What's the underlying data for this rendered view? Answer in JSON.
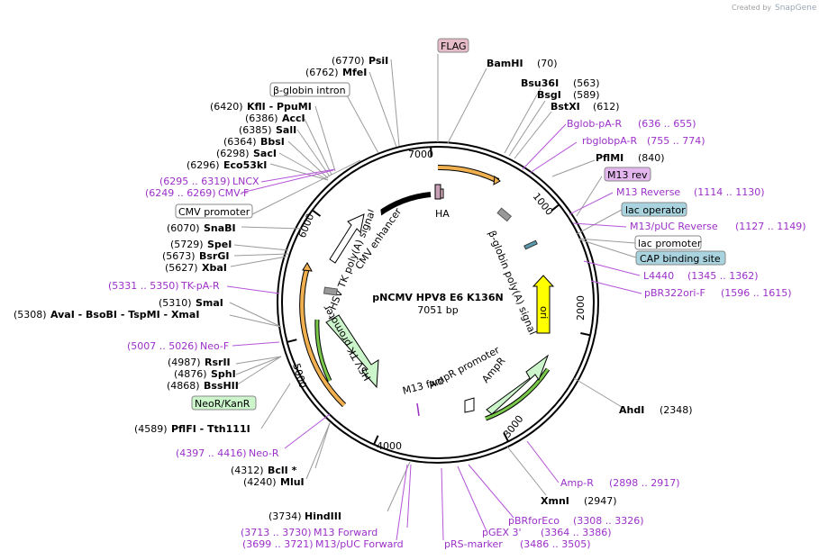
{
  "credit": {
    "text": "Created by",
    "brand": "SnapGene"
  },
  "plasmid": {
    "name": "pNCMV HPV8 E6 K136N",
    "size": "7051 bp"
  },
  "ruler": [
    "1000",
    "2000",
    "3000",
    "4000",
    "5000",
    "6000",
    "7000"
  ],
  "sites": [
    {
      "name": "BamHI",
      "pos": "(70)"
    },
    {
      "name": "Bsu36I",
      "pos": "(563)"
    },
    {
      "name": "BsgI",
      "pos": "(589)"
    },
    {
      "name": "BstXI",
      "pos": "(612)"
    },
    {
      "name": "PflMI",
      "pos": "(840)"
    },
    {
      "name": "AhdI",
      "pos": "(2348)"
    },
    {
      "name": "XmnI",
      "pos": "(2947)"
    },
    {
      "name": "HindIII",
      "pos": "(3734)"
    },
    {
      "name": "MluI",
      "pos": "(4240)"
    },
    {
      "name": "BclI *",
      "pos": "(4312)"
    },
    {
      "name": "PflFI - Tth111I",
      "pos": "(4589)"
    },
    {
      "name": "BssHII",
      "pos": "(4868)"
    },
    {
      "name": "SphI",
      "pos": "(4876)"
    },
    {
      "name": "RsrII",
      "pos": "(4987)"
    },
    {
      "name": "AvaI - BsoBI - TspMI - XmaI",
      "pos": "(5308)"
    },
    {
      "name": "SmaI",
      "pos": "(5310)"
    },
    {
      "name": "XbaI",
      "pos": "(5627)"
    },
    {
      "name": "BsrGI",
      "pos": "(5673)"
    },
    {
      "name": "SpeI",
      "pos": "(5729)"
    },
    {
      "name": "SnaBI",
      "pos": "(6070)"
    },
    {
      "name": "Eco53kI",
      "pos": "(6296)"
    },
    {
      "name": "SacI",
      "pos": "(6298)"
    },
    {
      "name": "BbsI",
      "pos": "(6364)"
    },
    {
      "name": "SalI",
      "pos": "(6385)"
    },
    {
      "name": "AccI",
      "pos": "(6386)"
    },
    {
      "name": "KflI - PpuMI",
      "pos": "(6420)"
    },
    {
      "name": "MfeI",
      "pos": "(6762)"
    },
    {
      "name": "PsiI",
      "pos": "(6770)"
    }
  ],
  "primers": [
    {
      "name": "Bglob-pA-R",
      "range": "(636 .. 655)"
    },
    {
      "name": "rbglobpA-R",
      "range": "(755 .. 774)"
    },
    {
      "name": "M13 Reverse",
      "range": "(1114 .. 1130)"
    },
    {
      "name": "M13/pUC Reverse",
      "range": "(1127 .. 1149)"
    },
    {
      "name": "L4440",
      "range": "(1345 .. 1362)"
    },
    {
      "name": "pBR322ori-F",
      "range": "(1596 .. 1615)"
    },
    {
      "name": "Amp-R",
      "range": "(2898 .. 2917)"
    },
    {
      "name": "pBRforEco",
      "range": "(3308 .. 3326)"
    },
    {
      "name": "pGEX 3'",
      "range": "(3364 .. 3386)"
    },
    {
      "name": "pRS-marker",
      "range": "(3486 .. 3505)"
    },
    {
      "name": "M13 Forward",
      "range": "(3713 .. 3730)"
    },
    {
      "name": "M13/pUC Forward",
      "range": "(3699 .. 3721)"
    },
    {
      "name": "Neo-R",
      "range": "(4397 .. 4416)"
    },
    {
      "name": "Neo-F",
      "range": "(5007 .. 5026)"
    },
    {
      "name": "TK-pA-R",
      "range": "(5331 .. 5350)"
    },
    {
      "name": "CMV-F",
      "range": "(6249 .. 6269)"
    },
    {
      "name": "LNCX",
      "range": "(6295 .. 6319)"
    }
  ],
  "boxed": {
    "flag": "FLAG",
    "m13rev": "M13 rev",
    "lac_operator": "lac operator",
    "lac_promoter": "lac promoter",
    "cap": "CAP binding site",
    "bglobin_intron": "β-globin intron",
    "cmv_promoter": "CMV promoter",
    "neor": "NeoR/KanR"
  },
  "features": {
    "ha": "HA",
    "bglobin_polya": "β-globin poly(A) signal",
    "ori": "ori",
    "ampr": "AmpR",
    "ampr_promoter": "AmpR promoter",
    "m13_fwd": "M13 fwd",
    "hsv_tk_promoter": "HSV TK promoter",
    "hsv_tk_polya": "HSV TK poly(A) signal",
    "cmv_enhancer": "CMV enhancer"
  },
  "colors": {
    "primer": "#9b30c8",
    "orf": "#f0b050",
    "ori": "#ffff00",
    "promoter_fill": "#ccf5cc",
    "flag_box": "#e7bcc9",
    "m13rev_box": "#e3b6ee",
    "lac_operator_box": "#a8d3df",
    "cap_box": "#a8d3df",
    "neor_box": "#ccf5cc"
  }
}
